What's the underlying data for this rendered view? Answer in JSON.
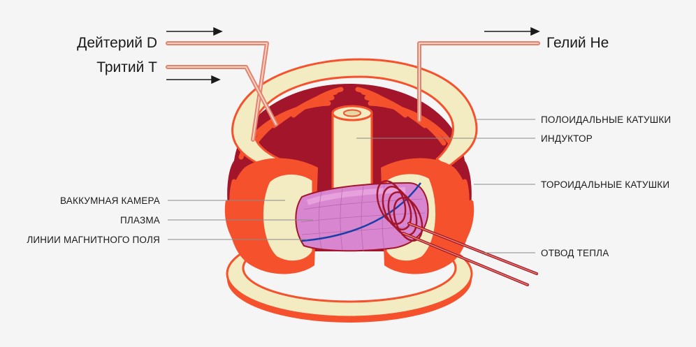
{
  "inputs": {
    "deuterium": "Дейтерий D",
    "tritium": "Тритий  T"
  },
  "outputs": {
    "helium": "Гелий He"
  },
  "labels": {
    "poloidal_coils": "ПОЛОИДАЛЬНЫЕ КАТУШКИ",
    "inductor": "ИНДУКТОР",
    "toroidal_coils": "ТОРОИДАЛЬНЫЕ КАТУШКИ",
    "heat_removal": "ОТВОД ТЕПЛА",
    "vacuum_chamber": "ВАККУМНАЯ КАМЕРА",
    "plasma": "ПЛАЗМА",
    "field_lines": "ЛИНИИ МАГНИТНОГО ПОЛЯ"
  },
  "colors": {
    "background": "#f5f5f5",
    "cream": "#f3ebc2",
    "cream_shadow": "#e4d9a6",
    "orange": "#f4512c",
    "dark_red": "#a3152a",
    "pink": "#d986d0",
    "pink_light": "#ecaee4",
    "blue_line": "#1b3fa8",
    "pipe": "#e4826e"
  }
}
